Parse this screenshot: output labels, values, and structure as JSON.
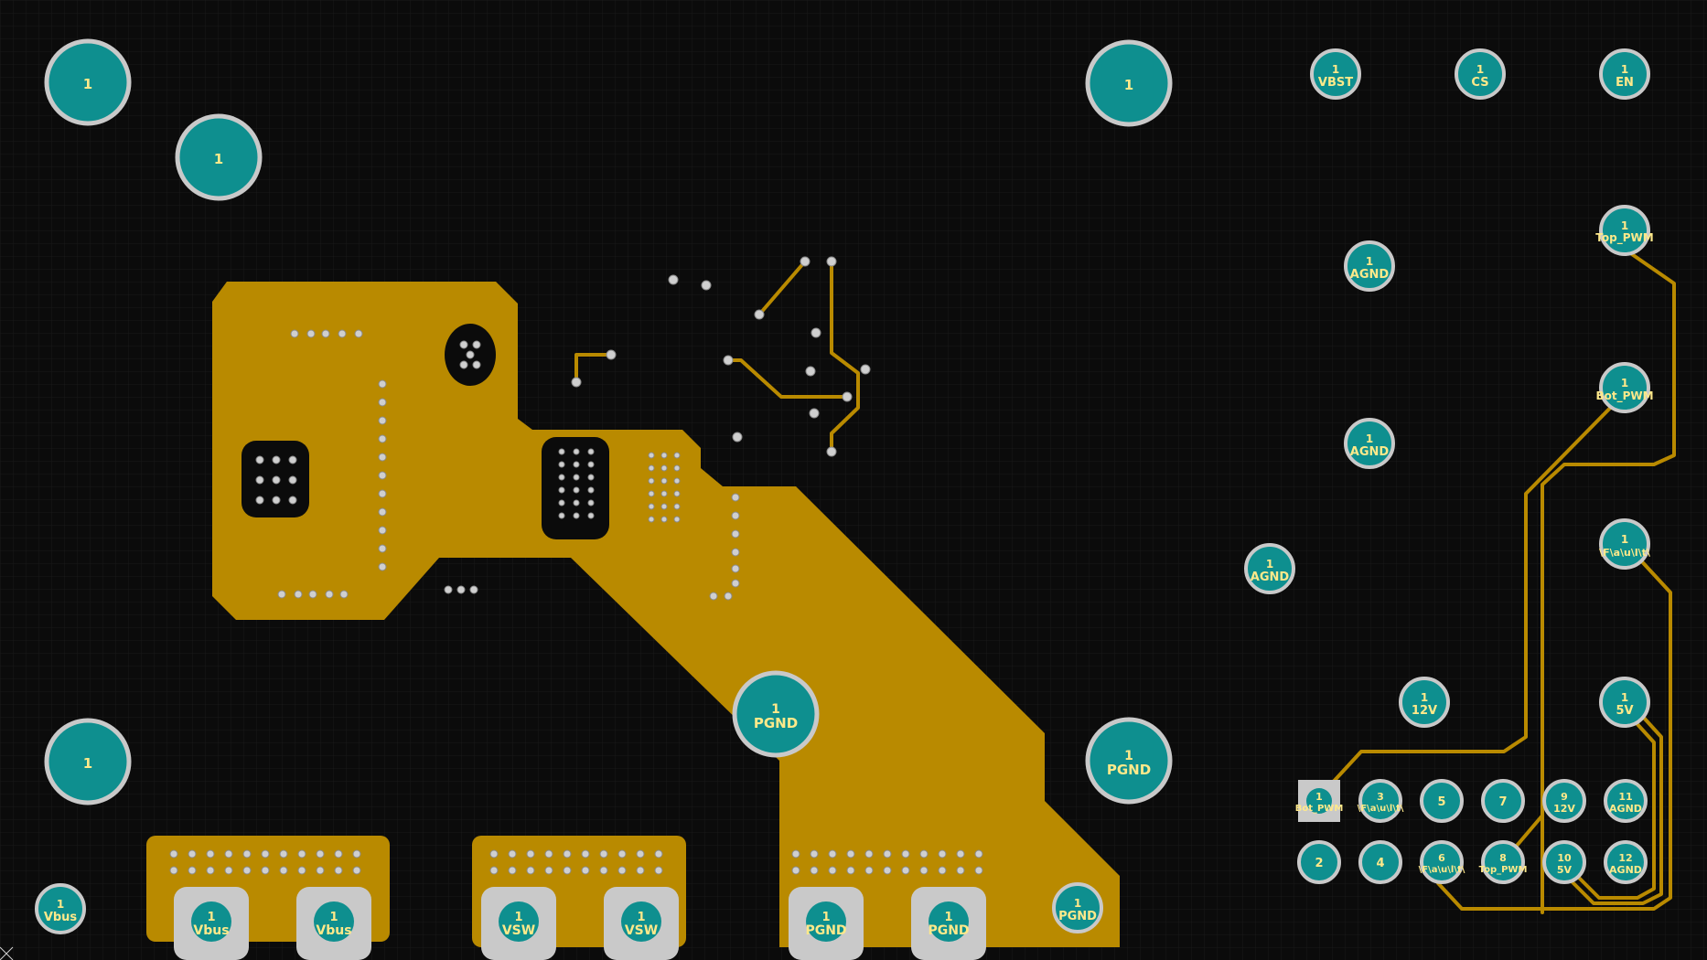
{
  "colors": {
    "background": "#0b0b0b",
    "grid": "#1a1a1a",
    "copper": "#b98a00",
    "pad_ring": "#c9c9c9",
    "pad_fill": "#0e8f8f",
    "label": "#ffe98a",
    "via_ring": "#cfcfcf"
  },
  "pads": {
    "mount_tl1": {
      "num": "1",
      "net": ""
    },
    "mount_tl2": {
      "num": "1",
      "net": ""
    },
    "mount_tc": {
      "num": "1",
      "net": ""
    },
    "mount_bl": {
      "num": "1",
      "net": ""
    },
    "vbst": {
      "num": "1",
      "net": "VBST"
    },
    "cs": {
      "num": "1",
      "net": "CS"
    },
    "en": {
      "num": "1",
      "net": "EN"
    },
    "top_pwm": {
      "num": "1",
      "net": "Top_PWM"
    },
    "agnd_a": {
      "num": "1",
      "net": "AGND"
    },
    "bot_pwm": {
      "num": "1",
      "net": "Bot_PWM"
    },
    "agnd_b": {
      "num": "1",
      "net": "AGND"
    },
    "agnd_c": {
      "num": "1",
      "net": "AGND"
    },
    "flash_right": {
      "num": "1",
      "net": "\\F\\a\\u\\l\\t\\"
    },
    "v12": {
      "num": "1",
      "net": "12V"
    },
    "v5": {
      "num": "1",
      "net": "5V"
    },
    "pgnd_center": {
      "num": "1",
      "net": "PGND"
    },
    "pgnd_right": {
      "num": "1",
      "net": "PGND"
    },
    "vbus_small": {
      "num": "1",
      "net": "Vbus"
    },
    "pgnd_small": {
      "num": "1",
      "net": "PGND"
    }
  },
  "bottom_pads": {
    "vbus_a": {
      "num": "1",
      "net": "Vbus"
    },
    "vbus_b": {
      "num": "1",
      "net": "Vbus"
    },
    "vsw_a": {
      "num": "1",
      "net": "VSW"
    },
    "vsw_b": {
      "num": "1",
      "net": "VSW"
    },
    "pgnd_a": {
      "num": "1",
      "net": "PGND"
    },
    "pgnd_b": {
      "num": "1",
      "net": "PGND"
    }
  },
  "header": {
    "p1": {
      "num": "1",
      "net": "Bot_PWM"
    },
    "p2": {
      "num": "2",
      "net": ""
    },
    "p3": {
      "num": "3",
      "net": "\\F\\a\\u\\l\\t\\"
    },
    "p4": {
      "num": "4",
      "net": ""
    },
    "p5": {
      "num": "5",
      "net": ""
    },
    "p6": {
      "num": "6",
      "net": "\\F\\a\\u\\l\\t\\"
    },
    "p7": {
      "num": "7",
      "net": ""
    },
    "p8": {
      "num": "8",
      "net": "Top_PWM"
    },
    "p9": {
      "num": "9",
      "net": "12V"
    },
    "p10": {
      "num": "10",
      "net": "5V"
    },
    "p11": {
      "num": "11",
      "net": "AGND"
    },
    "p12": {
      "num": "12",
      "net": "AGND"
    }
  }
}
